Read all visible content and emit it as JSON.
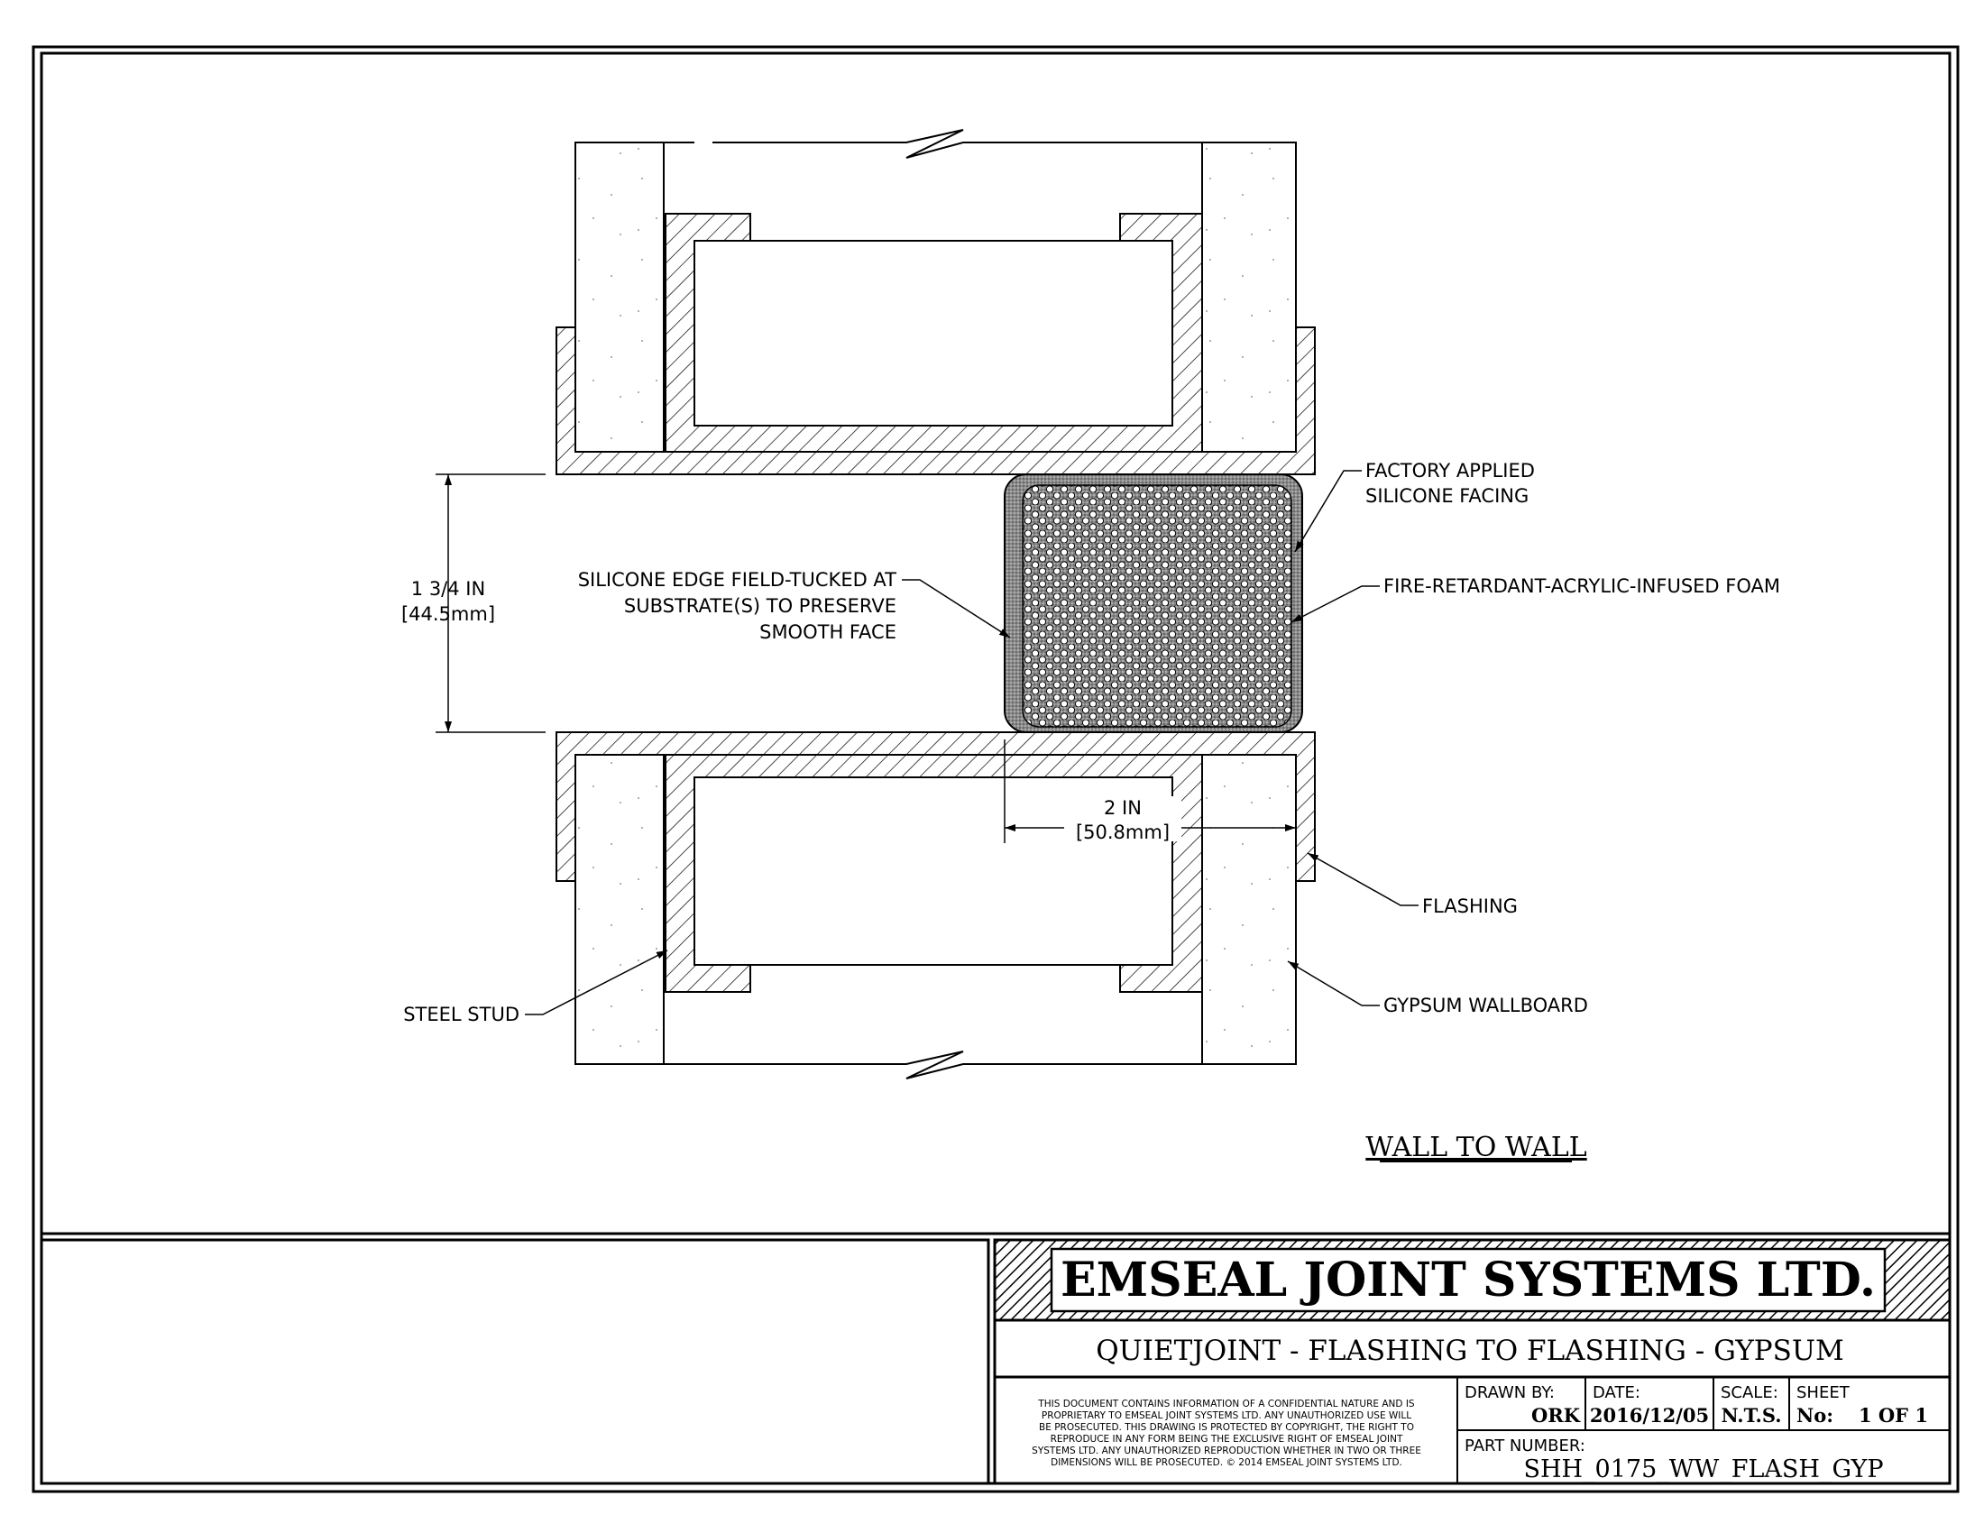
{
  "drawing": {
    "view_title": "WALL TO WALL",
    "dimensions": {
      "joint_width_in": "1 3/4 IN",
      "joint_width_mm": "[44.5mm]",
      "depth_in": "2 IN",
      "depth_mm": "[50.8mm]"
    },
    "labels": {
      "silicone_facing_1": "FACTORY APPLIED",
      "silicone_facing_2": "SILICONE FACING",
      "foam": "FIRE-RETARDANT-ACRYLIC-INFUSED FOAM",
      "edge_1": "SILICONE EDGE FIELD-TUCKED AT",
      "edge_2": "SUBSTRATE(S) TO PRESERVE",
      "edge_3": "SMOOTH FACE",
      "flashing": "FLASHING",
      "gypsum": "GYPSUM WALLBOARD",
      "stud": "STEEL STUD"
    }
  },
  "title_block": {
    "company": "EMSEAL JOINT SYSTEMS LTD.",
    "title": "QUIETJOINT - FLASHING TO FLASHING - GYPSUM",
    "disclaimer": [
      "THIS DOCUMENT CONTAINS INFORMATION OF A CONFIDENTIAL NATURE AND IS",
      "PROPRIETARY TO EMSEAL JOINT SYSTEMS LTD. ANY UNAUTHORIZED USE WILL",
      "BE PROSECUTED. THIS DRAWING IS PROTECTED BY COPYRIGHT, THE RIGHT TO",
      "REPRODUCE IN ANY FORM BEING THE EXCLUSIVE RIGHT OF EMSEAL JOINT",
      "SYSTEMS LTD. ANY UNAUTHORIZED REPRODUCTION WHETHER IN TWO OR THREE",
      "DIMENSIONS WILL BE PROSECUTED. © 2014 EMSEAL JOINT SYSTEMS LTD."
    ],
    "drawn_by_label": "DRAWN BY:",
    "drawn_by": "ORK",
    "date_label": "DATE:",
    "date": "2016/12/05",
    "scale_label": "SCALE:",
    "scale": "N.T.S.",
    "sheet_label": "SHEET",
    "sheet_no_label": "No:",
    "sheet_no": "1 OF 1",
    "part_number_label": "PART NUMBER:",
    "part_number": "SHH_0175_WW_FLASH_GYP"
  }
}
